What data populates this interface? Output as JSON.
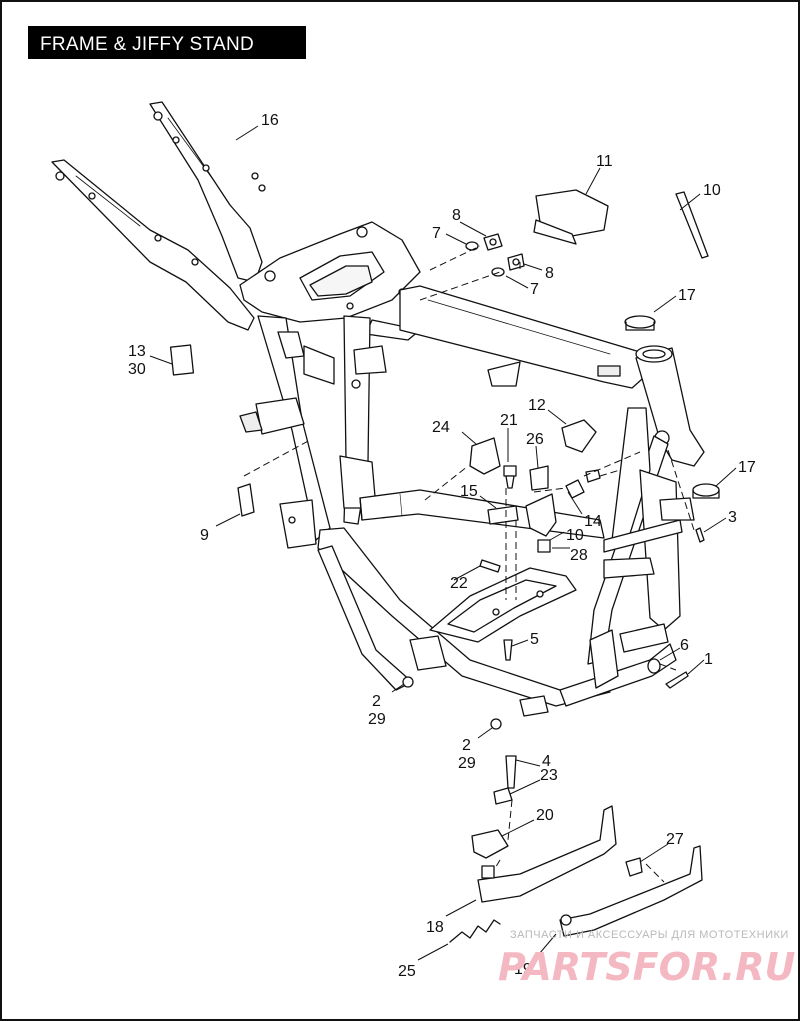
{
  "title": "FRAME & JIFFY STAND",
  "watermark": {
    "caption": "ЗАПЧАСТИ И АКСЕССУАРЫ ДЛЯ МОТОТЕХНИКИ",
    "logo": "PARTSFOR.RU"
  },
  "callouts": [
    {
      "id": "c16",
      "text": "16"
    },
    {
      "id": "c11",
      "text": "11"
    },
    {
      "id": "c10a",
      "text": "10"
    },
    {
      "id": "c8a",
      "text": "8"
    },
    {
      "id": "c7a",
      "text": "7"
    },
    {
      "id": "c8b",
      "text": "8"
    },
    {
      "id": "c7b",
      "text": "7"
    },
    {
      "id": "c17a",
      "text": "17"
    },
    {
      "id": "c13",
      "text": "13"
    },
    {
      "id": "c30",
      "text": "30"
    },
    {
      "id": "c12",
      "text": "12"
    },
    {
      "id": "c24",
      "text": "24"
    },
    {
      "id": "c21",
      "text": "21"
    },
    {
      "id": "c26",
      "text": "26"
    },
    {
      "id": "c17b",
      "text": "17"
    },
    {
      "id": "c15",
      "text": "15"
    },
    {
      "id": "c14",
      "text": "14"
    },
    {
      "id": "c10b",
      "text": "10"
    },
    {
      "id": "c3",
      "text": "3"
    },
    {
      "id": "c28",
      "text": "28"
    },
    {
      "id": "c9",
      "text": "9"
    },
    {
      "id": "c22",
      "text": "22"
    },
    {
      "id": "c5",
      "text": "5"
    },
    {
      "id": "c6",
      "text": "6"
    },
    {
      "id": "c1",
      "text": "1"
    },
    {
      "id": "c2a",
      "text": "2"
    },
    {
      "id": "c29a",
      "text": "29"
    },
    {
      "id": "c2b",
      "text": "2"
    },
    {
      "id": "c29b",
      "text": "29"
    },
    {
      "id": "c4",
      "text": "4"
    },
    {
      "id": "c23",
      "text": "23"
    },
    {
      "id": "c20",
      "text": "20"
    },
    {
      "id": "c27",
      "text": "27"
    },
    {
      "id": "c18",
      "text": "18"
    },
    {
      "id": "c25",
      "text": "25"
    },
    {
      "id": "c19",
      "text": "19"
    }
  ]
}
